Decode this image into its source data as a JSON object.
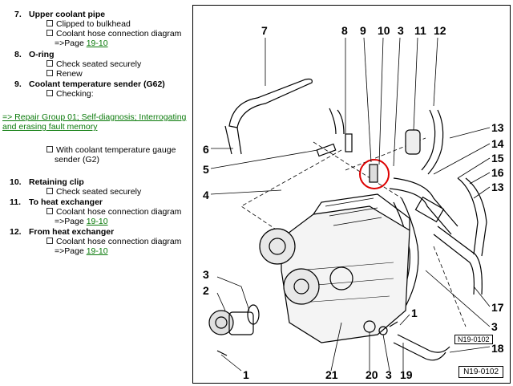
{
  "items": {
    "i7": {
      "num": "7.",
      "title": "Upper coolant pipe",
      "b1": "Clipped to bulkhead",
      "b2": "Coolant hose connection diagram",
      "b3_prefix": "=>Page ",
      "b3_link": "19-10"
    },
    "i8": {
      "num": "8.",
      "title": "O-ring",
      "b1": "Check seated securely",
      "b2": "Renew"
    },
    "i9": {
      "num": "9.",
      "title": "Coolant temperature sender (G62)",
      "b1": "Checking:"
    },
    "repair_link_line1": "=> Repair Group 01; Self-diagnosis; Interrogating",
    "repair_link_line2": "and erasing fault memory",
    "gauge_line1": "With coolant temperature gauge",
    "gauge_line2": "sender (G2)",
    "i10": {
      "num": "10.",
      "title": "Retaining clip",
      "b1": "Check seated securely"
    },
    "i11": {
      "num": "11.",
      "title": "To heat exchanger",
      "b1": "Coolant hose connection diagram",
      "b2_prefix": "=>Page ",
      "b2_link": "19-10"
    },
    "i12": {
      "num": "12.",
      "title": "From heat exchanger",
      "b1": "Coolant hose connection diagram",
      "b2_prefix": "=>Page ",
      "b2_link": "19-10"
    }
  },
  "figure": {
    "id": "N19-0102",
    "tag": "N19-0102",
    "callouts": [
      "7",
      "8",
      "9",
      "10",
      "3",
      "11",
      "12",
      "6",
      "5",
      "4",
      "13",
      "14",
      "15",
      "16",
      "13",
      "3",
      "2",
      "17",
      "1",
      "3",
      "18",
      "1",
      "21",
      "20",
      "3",
      "19"
    ]
  }
}
